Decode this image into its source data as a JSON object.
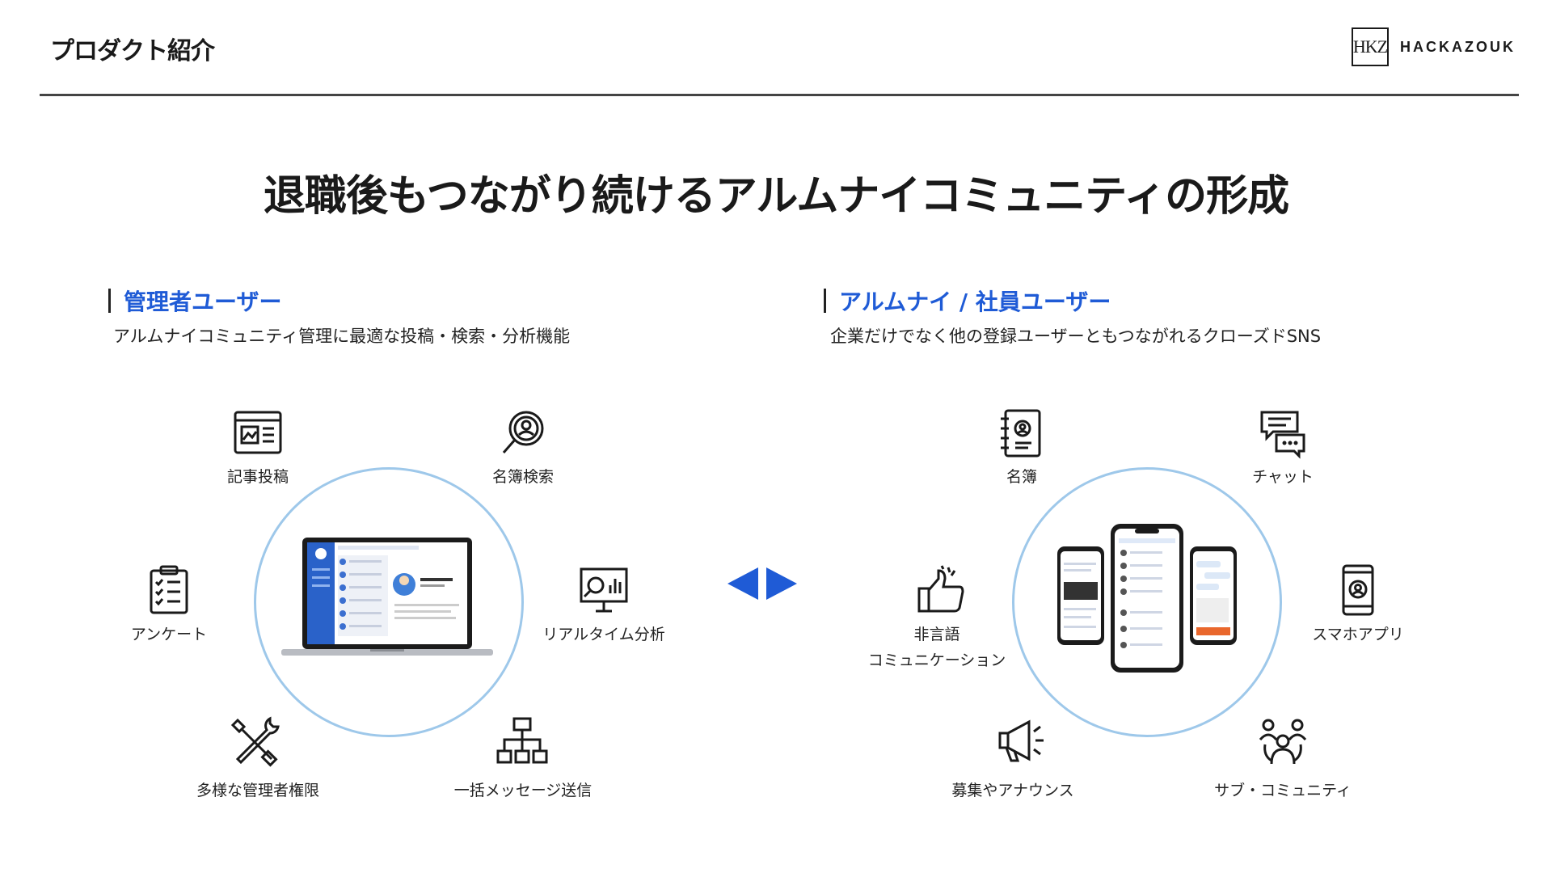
{
  "header": {
    "title": "プロダクト紹介",
    "logo_mark": "HKZ",
    "logo_text": "HACKAZOUK"
  },
  "main_title": "退職後もつながり続けるアルムナイコミュニティの形成",
  "admin": {
    "heading": "管理者ユーザー",
    "subtitle": "アルムナイコミュニティ管理に最適な投稿・検索・分析機能",
    "features": [
      {
        "label": "記事投稿",
        "icon": "article-icon"
      },
      {
        "label": "名簿検索",
        "icon": "user-search-icon"
      },
      {
        "label": "アンケート",
        "icon": "clipboard-checklist-icon"
      },
      {
        "label": "リアルタイム分析",
        "icon": "analytics-presentation-icon"
      },
      {
        "label": "多様な管理者権限",
        "icon": "tools-icon"
      },
      {
        "label": "一括メッセージ送信",
        "icon": "hierarchy-icon"
      }
    ]
  },
  "member": {
    "heading": "アルムナイ / 社員ユーザー",
    "subtitle": "企業だけでなく他の登録ユーザーともつながれるクローズドSNS",
    "features": [
      {
        "label": "名簿",
        "icon": "address-book-icon"
      },
      {
        "label": "チャット",
        "icon": "chat-bubbles-icon"
      },
      {
        "label": "非言語",
        "label2": "コミュニケーション",
        "icon": "thumbs-up-icon"
      },
      {
        "label": "スマホアプリ",
        "icon": "smartphone-icon"
      },
      {
        "label": "募集やアナウンス",
        "icon": "megaphone-icon"
      },
      {
        "label": "サブ・コミュニティ",
        "icon": "group-icon"
      }
    ]
  },
  "colors": {
    "accent": "#1f5bd6",
    "circle": "#9ec8ea",
    "arrow": "#1f5bd6",
    "sidebar": "#2a62c9"
  }
}
